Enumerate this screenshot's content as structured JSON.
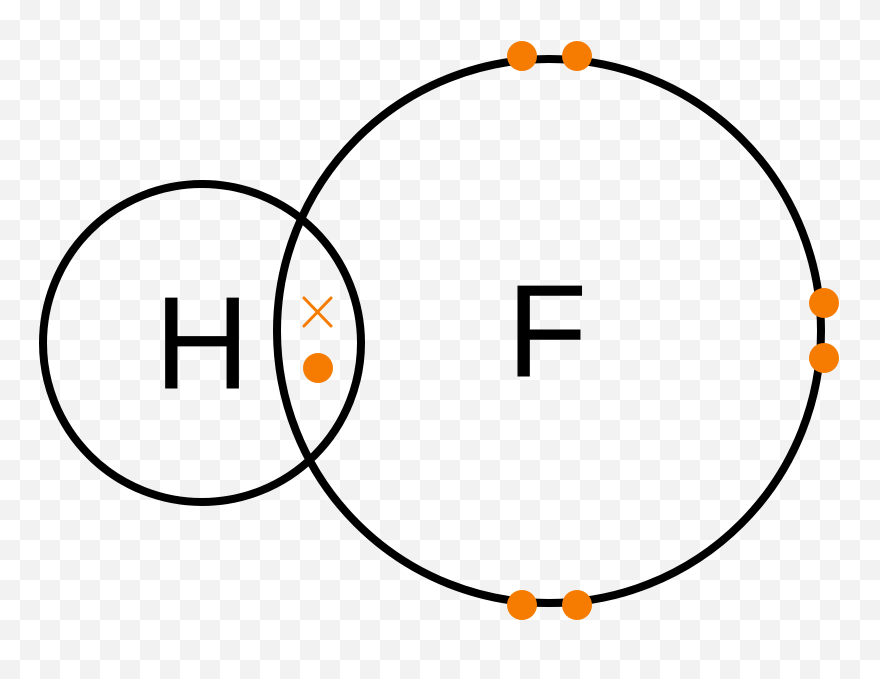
{
  "diagram": {
    "atoms": [
      {
        "id": "hydrogen",
        "symbol": "H"
      },
      {
        "id": "fluorine",
        "symbol": "F"
      }
    ],
    "shared_pair": {
      "cross_marker": "×",
      "dot_marker": "●"
    },
    "fluorine_lone_pairs": [
      "top",
      "right",
      "bottom"
    ],
    "colors": {
      "shell": "#000000",
      "electron": "#F57C00",
      "label": "#000000"
    }
  }
}
